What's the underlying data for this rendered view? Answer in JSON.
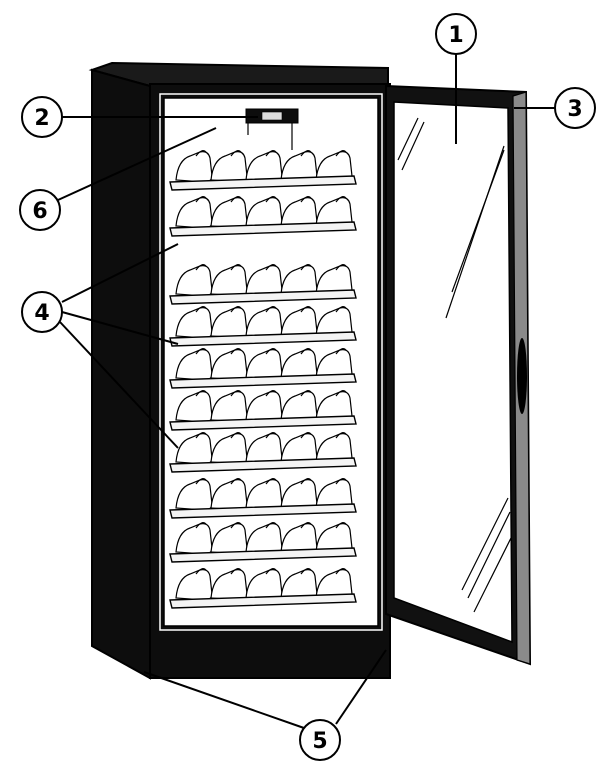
{
  "callouts": [
    {
      "id": "1",
      "label": "1"
    },
    {
      "id": "2",
      "label": "2"
    },
    {
      "id": "3",
      "label": "3"
    },
    {
      "id": "4",
      "label": "4"
    },
    {
      "id": "5",
      "label": "5"
    },
    {
      "id": "6",
      "label": "6"
    }
  ],
  "colors": {
    "cabinet": "#0d0d0d",
    "interior": "#ffffff",
    "door_frame": "#111111",
    "glass": "#ffffff",
    "outline": "#000000"
  }
}
